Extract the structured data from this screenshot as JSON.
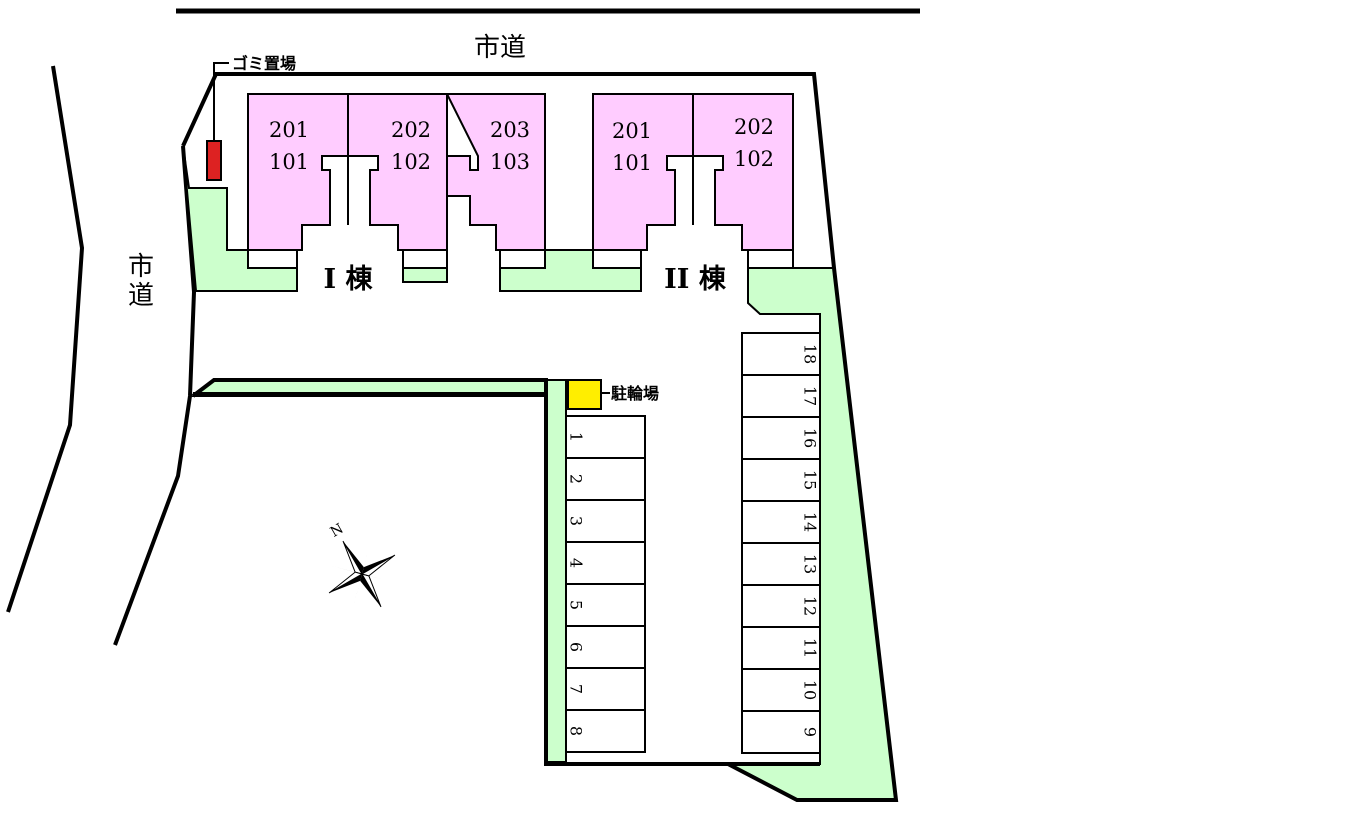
{
  "roads": {
    "north": "市道",
    "west": "市道"
  },
  "facilities": {
    "garbage": "ゴミ置場",
    "bicycle": "駐輪場"
  },
  "colors": {
    "garden": "#ccffcc",
    "unit": "#ffccff",
    "garbage": "#dd2222",
    "bicycle": "#ffee00"
  },
  "buildings": [
    {
      "name": "I 棟",
      "units": [
        {
          "upper": "201",
          "lower": "101"
        },
        {
          "upper": "202",
          "lower": "102"
        },
        {
          "upper": "203",
          "lower": "103"
        }
      ]
    },
    {
      "name": "II 棟",
      "units": [
        {
          "upper": "201",
          "lower": "101"
        },
        {
          "upper": "202",
          "lower": "102"
        }
      ]
    }
  ],
  "parking": {
    "left": [
      "1",
      "2",
      "3",
      "4",
      "5",
      "6",
      "7",
      "8"
    ],
    "right": [
      "18",
      "17",
      "16",
      "15",
      "14",
      "13",
      "12",
      "11",
      "10",
      "9"
    ]
  },
  "compass": {
    "north_letter": "N"
  }
}
